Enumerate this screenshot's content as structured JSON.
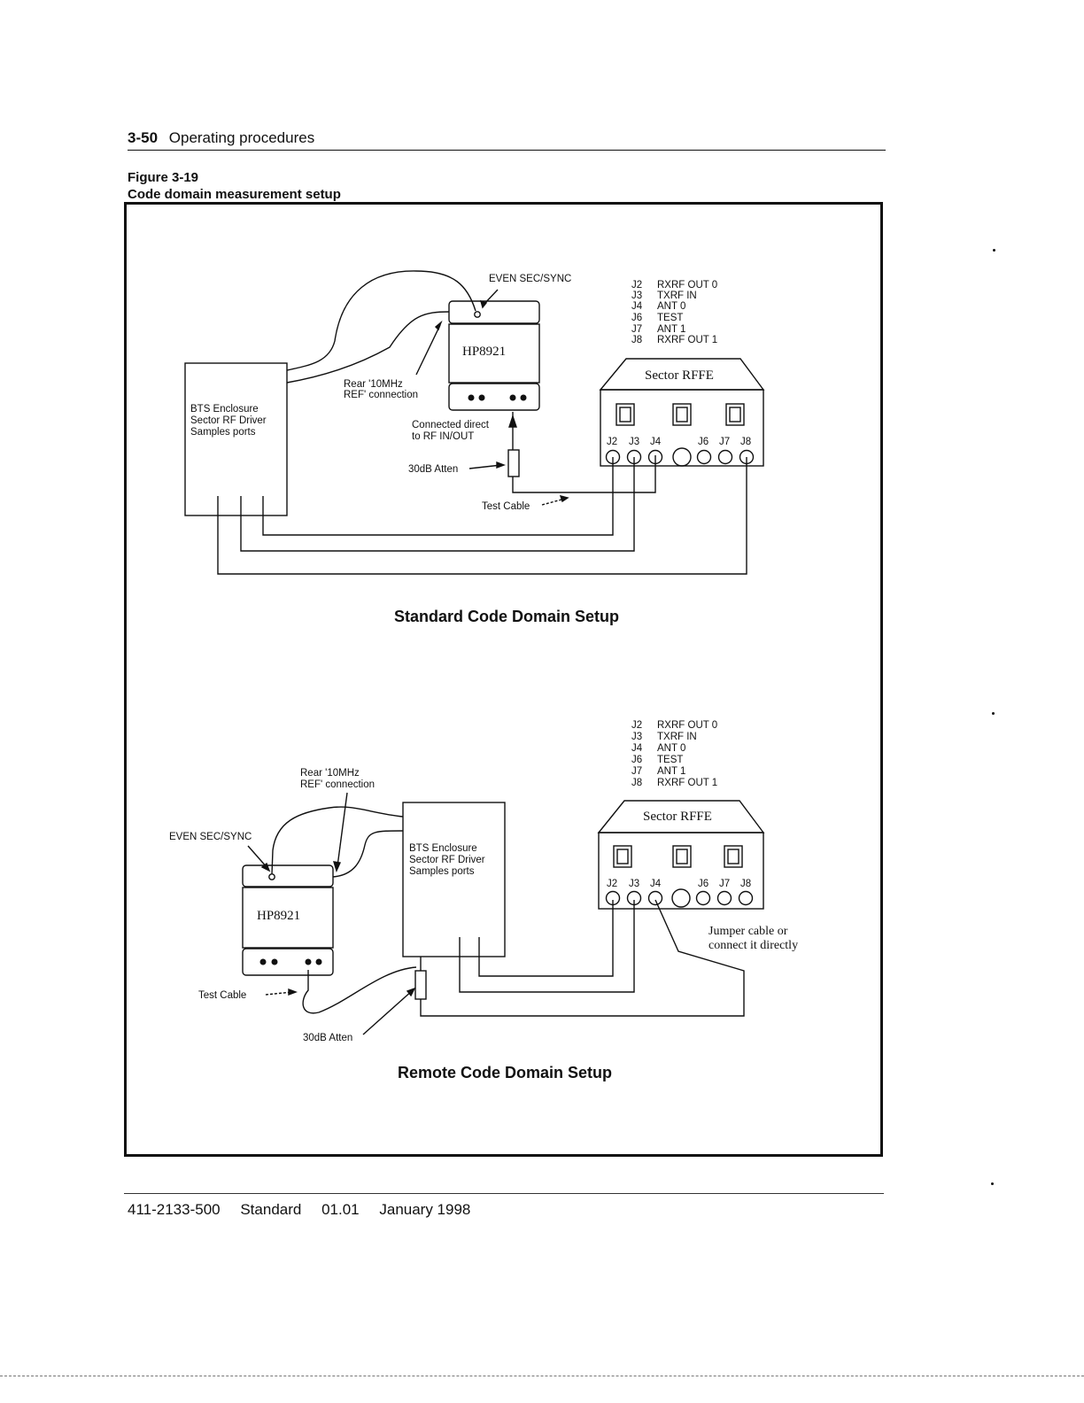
{
  "header": {
    "section_number": "3-50",
    "section_title": "Operating procedures"
  },
  "figure": {
    "number": "Figure 3-19",
    "title": "Code domain measurement setup"
  },
  "standard_setup": {
    "caption": "Standard Code Domain Setup",
    "pin_legend": [
      {
        "pin": "J2",
        "desc": "RXRF OUT 0"
      },
      {
        "pin": "J3",
        "desc": "TXRF IN"
      },
      {
        "pin": "J4",
        "desc": "ANT 0"
      },
      {
        "pin": "J6",
        "desc": "TEST"
      },
      {
        "pin": "J7",
        "desc": "ANT 1"
      },
      {
        "pin": "J8",
        "desc": "RXRF OUT 1"
      }
    ],
    "even_sec_sync": "EVEN SEC/SYNC",
    "hp_label": "HP8921",
    "rear_ref_line1": "Rear '10MHz",
    "rear_ref_line2": "REF' connection",
    "bts_line1": "BTS Enclosure",
    "bts_line2": "Sector RF Driver",
    "bts_line3": "Samples ports",
    "connected_line1": "Connected direct",
    "connected_line2": "to RF IN/OUT",
    "atten": "30dB Atten",
    "test_cable": "Test Cable",
    "rffe_label": "Sector RFFE",
    "connector_labels": [
      "J2",
      "J3",
      "J4",
      "J6",
      "J7",
      "J8"
    ]
  },
  "remote_setup": {
    "caption": "Remote Code Domain Setup",
    "pin_legend": [
      {
        "pin": "J2",
        "desc": "RXRF OUT 0"
      },
      {
        "pin": "J3",
        "desc": "TXRF IN"
      },
      {
        "pin": "J4",
        "desc": "ANT 0"
      },
      {
        "pin": "J6",
        "desc": "TEST"
      },
      {
        "pin": "J7",
        "desc": "ANT 1"
      },
      {
        "pin": "J8",
        "desc": "RXRF OUT 1"
      }
    ],
    "even_sec_sync": "EVEN SEC/SYNC",
    "hp_label": "HP8921",
    "rear_ref_line1": "Rear '10MHz",
    "rear_ref_line2": "REF' connection",
    "bts_line1": "BTS Enclosure",
    "bts_line2": "Sector RF Driver",
    "bts_line3": "Samples ports",
    "atten": "30dB Atten",
    "test_cable": "Test Cable",
    "rffe_label": "Sector RFFE",
    "connector_labels": [
      "J2",
      "J3",
      "J4",
      "J6",
      "J7",
      "J8"
    ],
    "jumper_line1": "Jumper cable or",
    "jumper_line2": "connect it directly"
  },
  "footer": {
    "doc_number": "411-2133-500",
    "status": "Standard",
    "version": "01.01",
    "date": "January 1998"
  }
}
